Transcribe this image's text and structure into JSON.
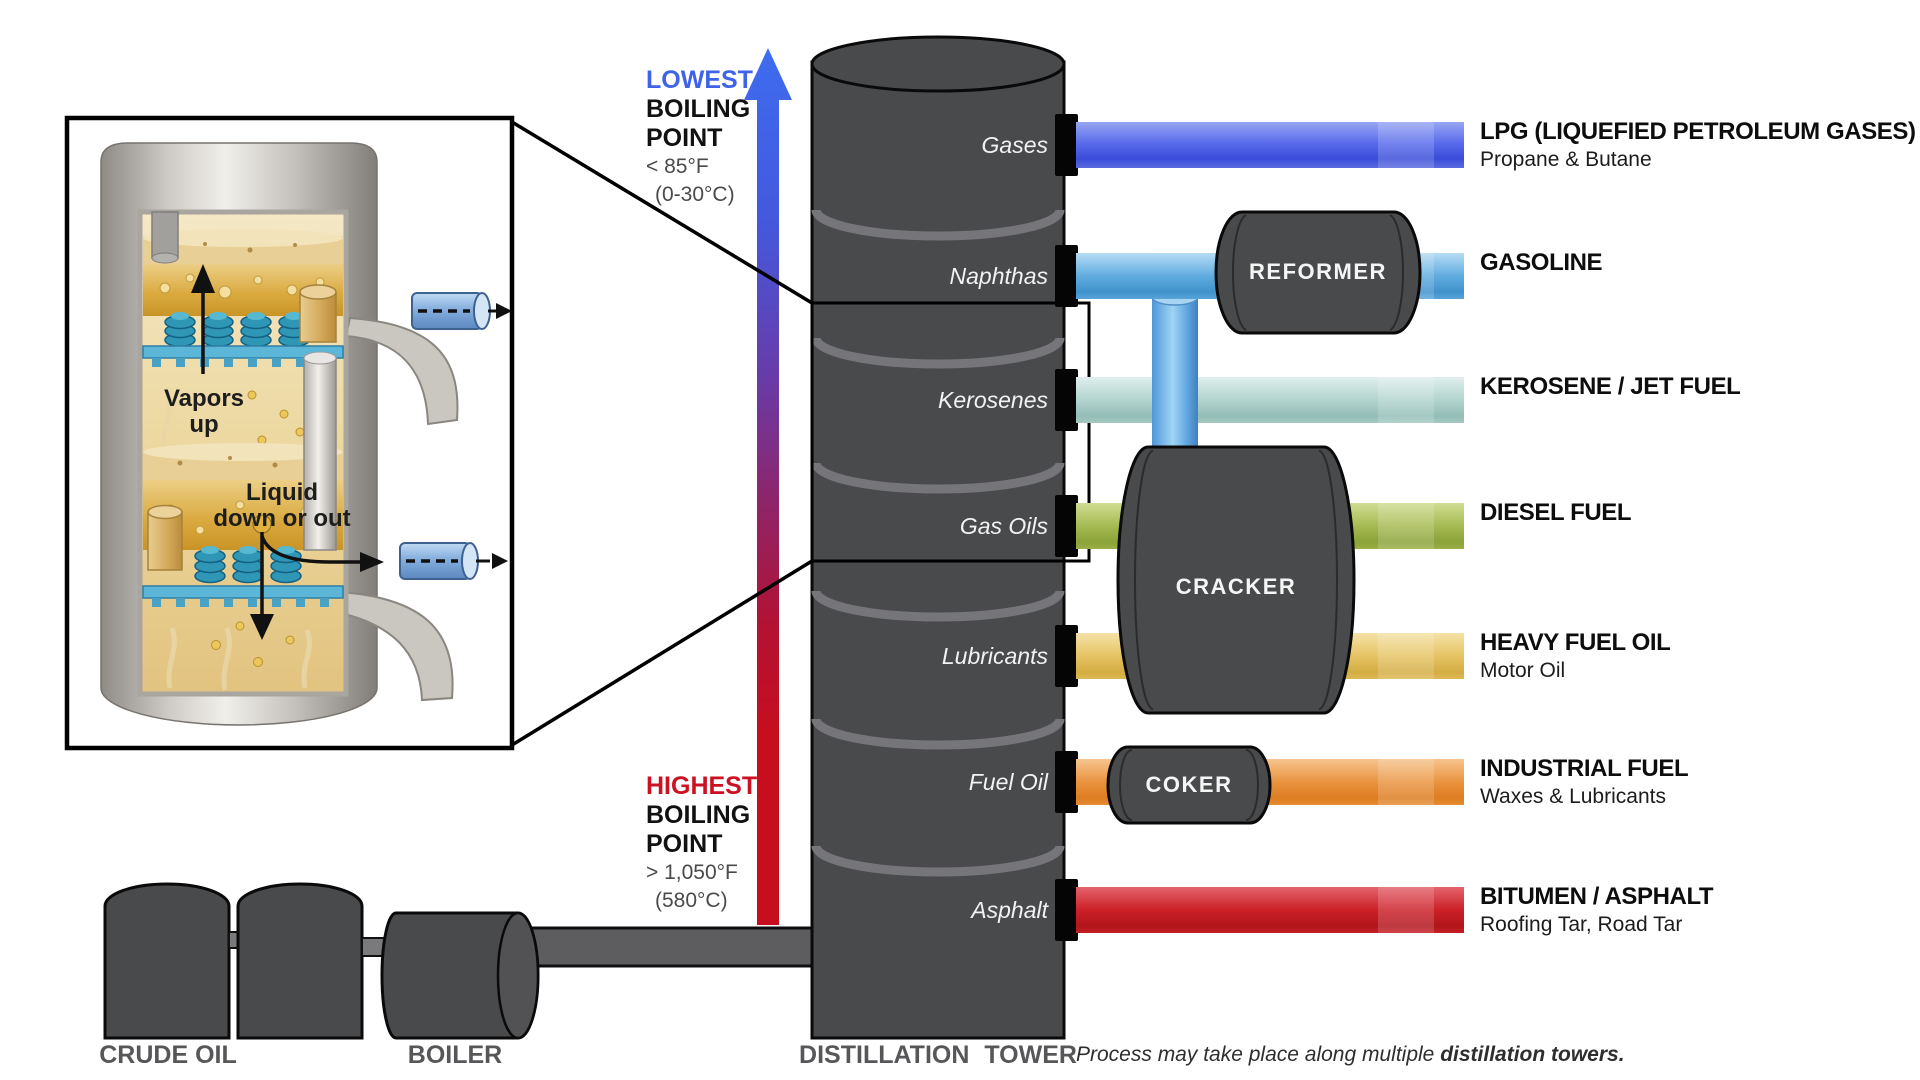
{
  "inset": {
    "vapors_line1": "Vapors",
    "vapors_line2": "up",
    "liquid_line1": "Liquid",
    "liquid_line2": "down or out"
  },
  "scale": {
    "low": {
      "word": "LOWEST",
      "boiling": "BOILING",
      "point": "POINT",
      "fahrenheit": "< 85°F",
      "celsius": "(0-30°C)",
      "color": "#3e63e8"
    },
    "high": {
      "word": "HIGHEST",
      "boiling": "BOILING",
      "point": "POINT",
      "fahrenheit": "> 1,050°F",
      "celsius": "(580°C)",
      "color": "#cc1122"
    }
  },
  "tower": {
    "label": "DISTILLATION TOWER",
    "sections": [
      {
        "label": "Gases"
      },
      {
        "label": "Naphthas"
      },
      {
        "label": "Kerosenes"
      },
      {
        "label": "Gas Oils"
      },
      {
        "label": "Lubricants"
      },
      {
        "label": "Fuel Oil"
      },
      {
        "label": "Asphalt"
      }
    ]
  },
  "units": {
    "reformer": "REFORMER",
    "cracker": "CRACKER",
    "coker": "COKER"
  },
  "products": [
    {
      "title": "LPG (LIQUEFIED PETROLEUM GASES)",
      "subtitle": "Propane & Butane",
      "pipe_color": "#4d60e6"
    },
    {
      "title": "GASOLINE",
      "subtitle": "",
      "pipe_color": "#58a8e2"
    },
    {
      "title": "KEROSENE / JET FUEL",
      "subtitle": "",
      "pipe_color": "#aed2cc"
    },
    {
      "title": "DIESEL FUEL",
      "subtitle": "",
      "pipe_color": "#a2b84e"
    },
    {
      "title": "HEAVY FUEL OIL",
      "subtitle": "Motor Oil",
      "pipe_color": "#e4c262"
    },
    {
      "title": "INDUSTRIAL FUEL",
      "subtitle": "Waxes & Lubricants",
      "pipe_color": "#e8923c"
    },
    {
      "title": "BITUMEN / ASPHALT",
      "subtitle": "Roofing Tar, Road Tar",
      "pipe_color": "#cc2028"
    }
  ],
  "equipment": {
    "crude_oil": "CRUDE OIL",
    "boiler": "BOILER"
  },
  "note": {
    "regular": "Process may take place along multiple ",
    "bold": "distillation towers."
  }
}
